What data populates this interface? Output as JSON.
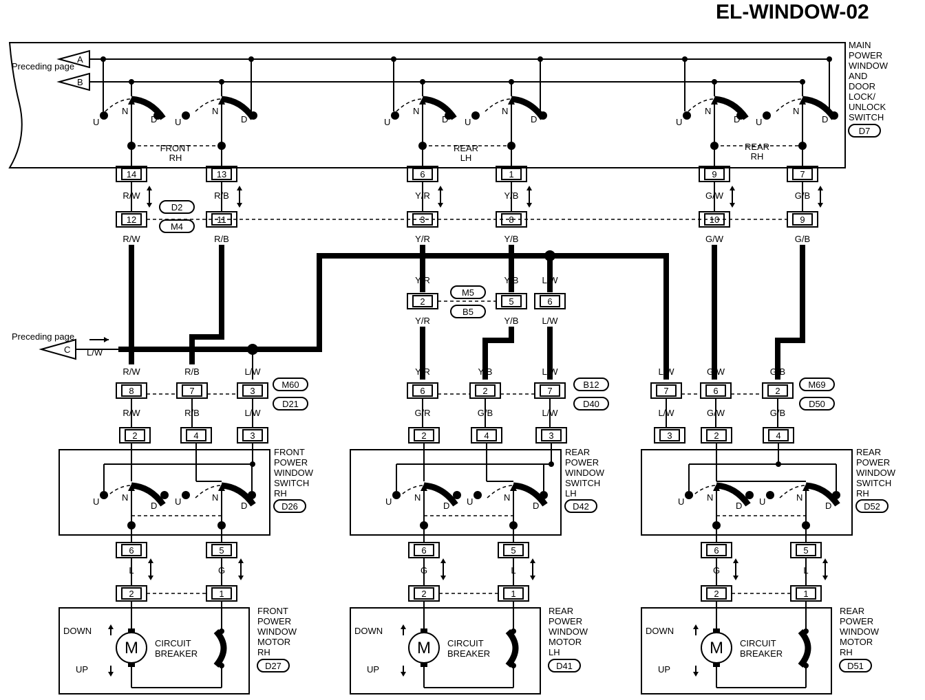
{
  "title": "EL-WINDOW-02",
  "preceding_page": "Preceding page",
  "connectors": {
    "A": "A",
    "B": "B",
    "C": "C"
  },
  "main_switch": {
    "name": [
      "MAIN",
      "POWER",
      "WINDOW",
      "AND",
      "DOOR",
      "LOCK/",
      "UNLOCK",
      "SWITCH"
    ],
    "code": "D7",
    "sections": [
      {
        "label1": "FRONT",
        "label2": "RH"
      },
      {
        "label1": "REAR",
        "label2": "LH"
      },
      {
        "label1": "REAR",
        "label2": "RH"
      }
    ],
    "pins": [
      "14",
      "13",
      "6",
      "1",
      "9",
      "7"
    ]
  },
  "switch_positions": {
    "up": "U",
    "neutral": "N",
    "down": "D"
  },
  "wires_top": [
    "R/W",
    "R/B",
    "Y/R",
    "Y/B",
    "G/W",
    "G/B"
  ],
  "joint1": {
    "codes": [
      "D2",
      "M4"
    ],
    "pins": [
      "12",
      "11",
      "3",
      "8",
      "10",
      "9"
    ]
  },
  "wires_mid": [
    "R/W",
    "R/B",
    "Y/R",
    "Y/B",
    "G/W",
    "G/B"
  ],
  "joint2": {
    "codes": [
      "M5",
      "B5"
    ],
    "pins": [
      "2",
      "5",
      "6"
    ],
    "wires_top": [
      "Y/R",
      "Y/B",
      "L/W"
    ],
    "wires_bottom": [
      "Y/R",
      "Y/B",
      "L/W"
    ]
  },
  "lw_wire": "L/W",
  "groups": [
    {
      "conn_codes": [
        "M60",
        "D21"
      ],
      "wires_above": [
        "R/W",
        "R/B",
        "L/W"
      ],
      "pins_conn": [
        "8",
        "7",
        "3"
      ],
      "wires_below": [
        "R/W",
        "R/B",
        "L/W"
      ],
      "pins_switch": [
        "2",
        "4",
        "3"
      ],
      "switch_name": [
        "FRONT",
        "POWER",
        "WINDOW",
        "SWITCH",
        "RH"
      ],
      "switch_code": "D26",
      "pins_out": [
        "6",
        "5"
      ],
      "wires_motor": [
        "L",
        "G"
      ],
      "pins_motor": [
        "2",
        "1"
      ],
      "motor_name": [
        "FRONT",
        "POWER",
        "WINDOW",
        "MOTOR",
        "RH"
      ],
      "motor_code": "D27"
    },
    {
      "conn_codes": [
        "B12",
        "D40"
      ],
      "wires_above": [
        "Y/R",
        "Y/B",
        "L/W"
      ],
      "pins_conn": [
        "6",
        "2",
        "7"
      ],
      "wires_below": [
        "G/R",
        "G/B",
        "L/W"
      ],
      "pins_switch": [
        "2",
        "4",
        "3"
      ],
      "switch_name": [
        "REAR",
        "POWER",
        "WINDOW",
        "SWITCH",
        "LH"
      ],
      "switch_code": "D42",
      "pins_out": [
        "6",
        "5"
      ],
      "wires_motor": [
        "G",
        "L"
      ],
      "pins_motor": [
        "2",
        "1"
      ],
      "motor_name": [
        "REAR",
        "POWER",
        "WINDOW",
        "MOTOR",
        "LH"
      ],
      "motor_code": "D41"
    },
    {
      "conn_codes": [
        "M69",
        "D50"
      ],
      "wires_above": [
        "L/W",
        "G/W",
        "G/B"
      ],
      "pins_conn": [
        "7",
        "6",
        "2"
      ],
      "wires_below": [
        "L/W",
        "G/W",
        "G/B"
      ],
      "pins_switch": [
        "3",
        "2",
        "4"
      ],
      "switch_name": [
        "REAR",
        "POWER",
        "WINDOW",
        "SWITCH",
        "RH"
      ],
      "switch_code": "D52",
      "pins_out": [
        "6",
        "5"
      ],
      "wires_motor": [
        "G",
        "L"
      ],
      "pins_motor": [
        "2",
        "1"
      ],
      "motor_name": [
        "REAR",
        "POWER",
        "WINDOW",
        "MOTOR",
        "RH"
      ],
      "motor_code": "D51"
    }
  ],
  "motor_labels": {
    "down": "DOWN",
    "up": "UP",
    "motor": "M",
    "breaker1": "CIRCUIT",
    "breaker2": "BREAKER"
  }
}
